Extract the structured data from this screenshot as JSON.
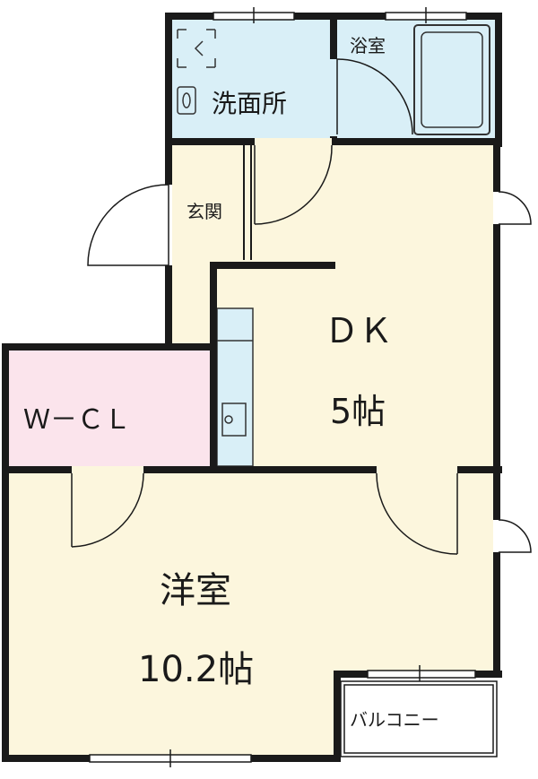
{
  "rooms": {
    "washroom": {
      "label": "洗面所"
    },
    "bathroom": {
      "label": "浴室"
    },
    "entrance": {
      "label": "玄関"
    },
    "dk": {
      "name": "ＤＫ",
      "size": "5帖"
    },
    "wcl": {
      "label": "Ｗ－ＣＬ"
    },
    "western_room": {
      "name": "洋室",
      "size": "10.2帖"
    },
    "balcony": {
      "label": "バルコニー"
    }
  },
  "colors": {
    "wet_area": "#d9eff7",
    "living_area": "#fcf6dd",
    "closet": "#fbe4ec",
    "wall": "#1a1a1a"
  },
  "icons": [
    "washing-machine-icon",
    "sink-icon",
    "bathtub-icon",
    "kitchen-counter-icon",
    "door-swing-icon"
  ]
}
